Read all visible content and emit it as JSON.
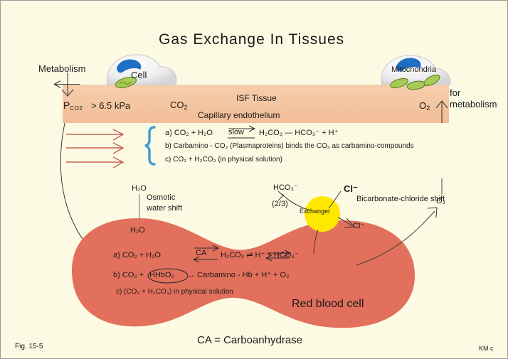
{
  "figure": {
    "title": "Gas Exchange In Tissues",
    "fig_number": "Fig. 15-5",
    "credit": "KM c",
    "footnote": "CA = Carboanhydrase"
  },
  "colors": {
    "background": "#FCFAE2",
    "capillary_band": "#F5C9A6",
    "red_blood_cell": "#E2705C",
    "exchanger": "#FFE800",
    "brace_blue": "#3E9DD6",
    "nucleus_blue": "#1F6FC4",
    "mitochondria_green": "#8FBF3F",
    "arrow_red": "#C0453A"
  },
  "tissue": {
    "metabolism_label": "Metabolism",
    "cell_label": "Cell",
    "mitochondria_label": "Mitochondria",
    "pco2_label": "P",
    "pco2_sub": "CO2",
    "pco2_value": "> 6.5 kPa",
    "co2_label": "CO",
    "co2_sub": "2",
    "isf_label": "ISF Tissue",
    "capillary_label": "Capillary endothelium",
    "o2_label": "O",
    "o2_sub": "2",
    "for_metabolism_line1": "for",
    "for_metabolism_line2": "metabolism"
  },
  "plasma_reactions": {
    "a": "a) CO₂ + H₂O",
    "a_catalyst": "slow",
    "a_rest": "H₂CO₃  —  HCO₃⁻ + H⁺",
    "b": "b) Carbamino - CO₂   (Plasmaproteins) binds the CO₂ as carbamino-compounds",
    "c": "c) CO₂ + H₂CO₃ (in physical solution)"
  },
  "water_shift": {
    "h2o_top": "H₂O",
    "line1": "Osmotic",
    "line2": "water shift",
    "h2o_bottom": "H₂O"
  },
  "exchanger": {
    "hco3_label": "HCO₃⁻",
    "fraction": "(2/3)",
    "chloride_in": "Cl⁻",
    "chloride_out": "Cl⁻",
    "shift_label": "Bicarbonate-chloride shift",
    "exchanger_label": "Exchanger",
    "o2_out": "O₂"
  },
  "rbc_reactions": {
    "name": "Red blood cell",
    "a_left": "a) CO₂ +  H₂O",
    "a_catalyst": "CA",
    "a_right": "H₂CO₃  ⇌  H⁺ + HCO₃⁻",
    "b_left": "b) CO₂ +",
    "b_circled": "HHbO₂",
    "b_right": "→ Carbamino - Hb + H⁺ + O₂",
    "c": "c) (CO₂ + H₂CO₃) in physical solution"
  }
}
